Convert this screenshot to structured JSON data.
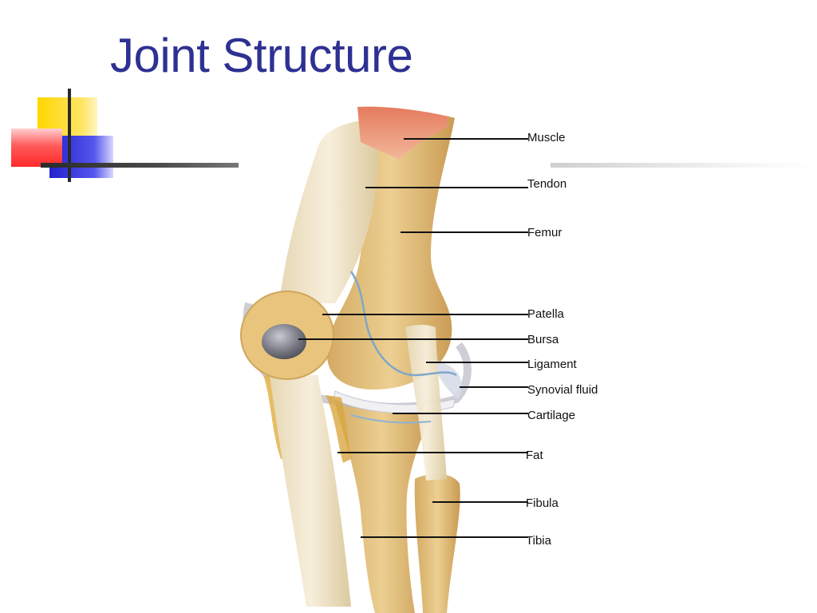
{
  "slide": {
    "title": "Joint Structure"
  },
  "diagram": {
    "labels": [
      {
        "id": "muscle",
        "text": "Muscle"
      },
      {
        "id": "tendon",
        "text": "Tendon"
      },
      {
        "id": "femur",
        "text": "Femur"
      },
      {
        "id": "patella",
        "text": "Patella"
      },
      {
        "id": "bursa",
        "text": "Bursa"
      },
      {
        "id": "ligament",
        "text": "Ligament"
      },
      {
        "id": "synovial-fluid",
        "text": "Synovial fluid"
      },
      {
        "id": "cartilage",
        "text": "Cartilage"
      },
      {
        "id": "fat",
        "text": "Fat"
      },
      {
        "id": "fibula",
        "text": "Fibula"
      },
      {
        "id": "tibia",
        "text": "Tibia"
      }
    ]
  },
  "colors": {
    "title": "#2e3192",
    "bone": "#e8c98a",
    "tendon": "#efe3c6",
    "muscle": "#e8876a",
    "deco_yellow": "#ffd700",
    "deco_blue": "#2b2bd6",
    "deco_red": "#ff3b3b"
  }
}
